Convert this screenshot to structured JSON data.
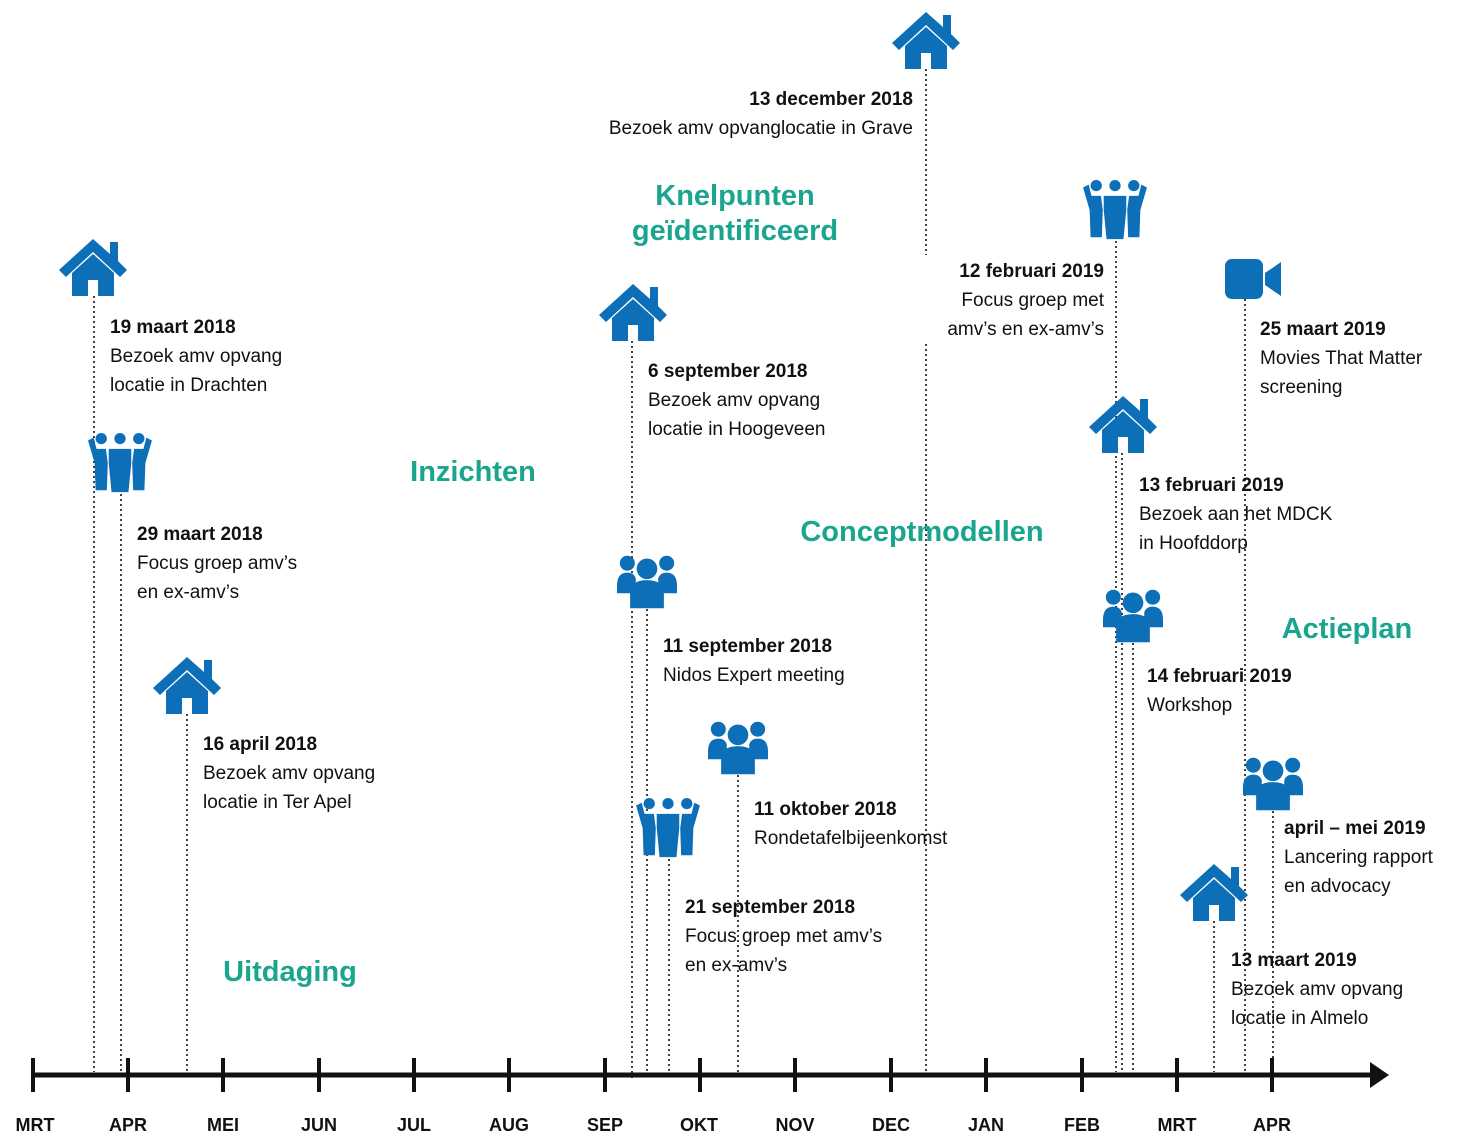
{
  "colors": {
    "icon": "#0d6fb7",
    "phase": "#1aa58f",
    "axis": "#111111"
  },
  "timeline": {
    "months": [
      "MRT",
      "APR",
      "MEI",
      "JUN",
      "JUL",
      "AUG",
      "SEP",
      "OKT",
      "NOV",
      "DEC",
      "JAN",
      "FEB",
      "MRT",
      "APR"
    ],
    "phases": [
      "Uitdaging",
      "Inzichten",
      "Knelpunten",
      "geïdentificeerd",
      "Conceptmodellen",
      "Actieplan"
    ],
    "events": [
      {
        "icon": "house-icon",
        "date": "19 maart 2018",
        "desc": [
          "Bezoek amv opvang",
          "locatie in Drachten"
        ]
      },
      {
        "icon": "people-group-icon",
        "date": "29 maart 2018",
        "desc": [
          "Focus groep amv’s",
          "en ex-amv’s"
        ]
      },
      {
        "icon": "house-icon",
        "date": "16 april 2018",
        "desc": [
          "Bezoek amv opvang",
          "locatie in Ter Apel"
        ]
      },
      {
        "icon": "house-icon",
        "date": "6 september 2018",
        "desc": [
          "Bezoek amv opvang",
          "locatie in Hoogeveen"
        ]
      },
      {
        "icon": "users-icon",
        "date": "11 september 2018",
        "desc": [
          "Nidos Expert meeting"
        ]
      },
      {
        "icon": "people-group-icon",
        "date": "21 september 2018",
        "desc": [
          "Focus groep met amv’s",
          "en ex-amv’s"
        ]
      },
      {
        "icon": "users-icon",
        "date": "11 oktober 2018",
        "desc": [
          "Rondetafelbijeenkomst"
        ]
      },
      {
        "icon": "house-icon",
        "date": "13 december 2018",
        "desc": [
          "Bezoek amv opvanglocatie in Grave"
        ]
      },
      {
        "icon": "people-group-icon",
        "date": "12 februari 2019",
        "desc": [
          "Focus groep met",
          "amv’s en ex-amv’s"
        ]
      },
      {
        "icon": "house-icon",
        "date": "13 februari 2019",
        "desc": [
          "Bezoek aan het MDCK",
          "in Hoofddorp"
        ]
      },
      {
        "icon": "users-icon",
        "date": "14 februari 2019",
        "desc": [
          "Workshop"
        ]
      },
      {
        "icon": "house-icon",
        "date": "13 maart 2019",
        "desc": [
          "Bezoek amv opvang",
          "locatie in Almelo"
        ]
      },
      {
        "icon": "video-camera-icon",
        "date": "25 maart 2019",
        "desc": [
          "Movies That Matter",
          "screening"
        ]
      },
      {
        "icon": "users-icon",
        "date": "april – mei 2019",
        "desc": [
          "Lancering rapport",
          "en advocacy"
        ]
      }
    ]
  }
}
